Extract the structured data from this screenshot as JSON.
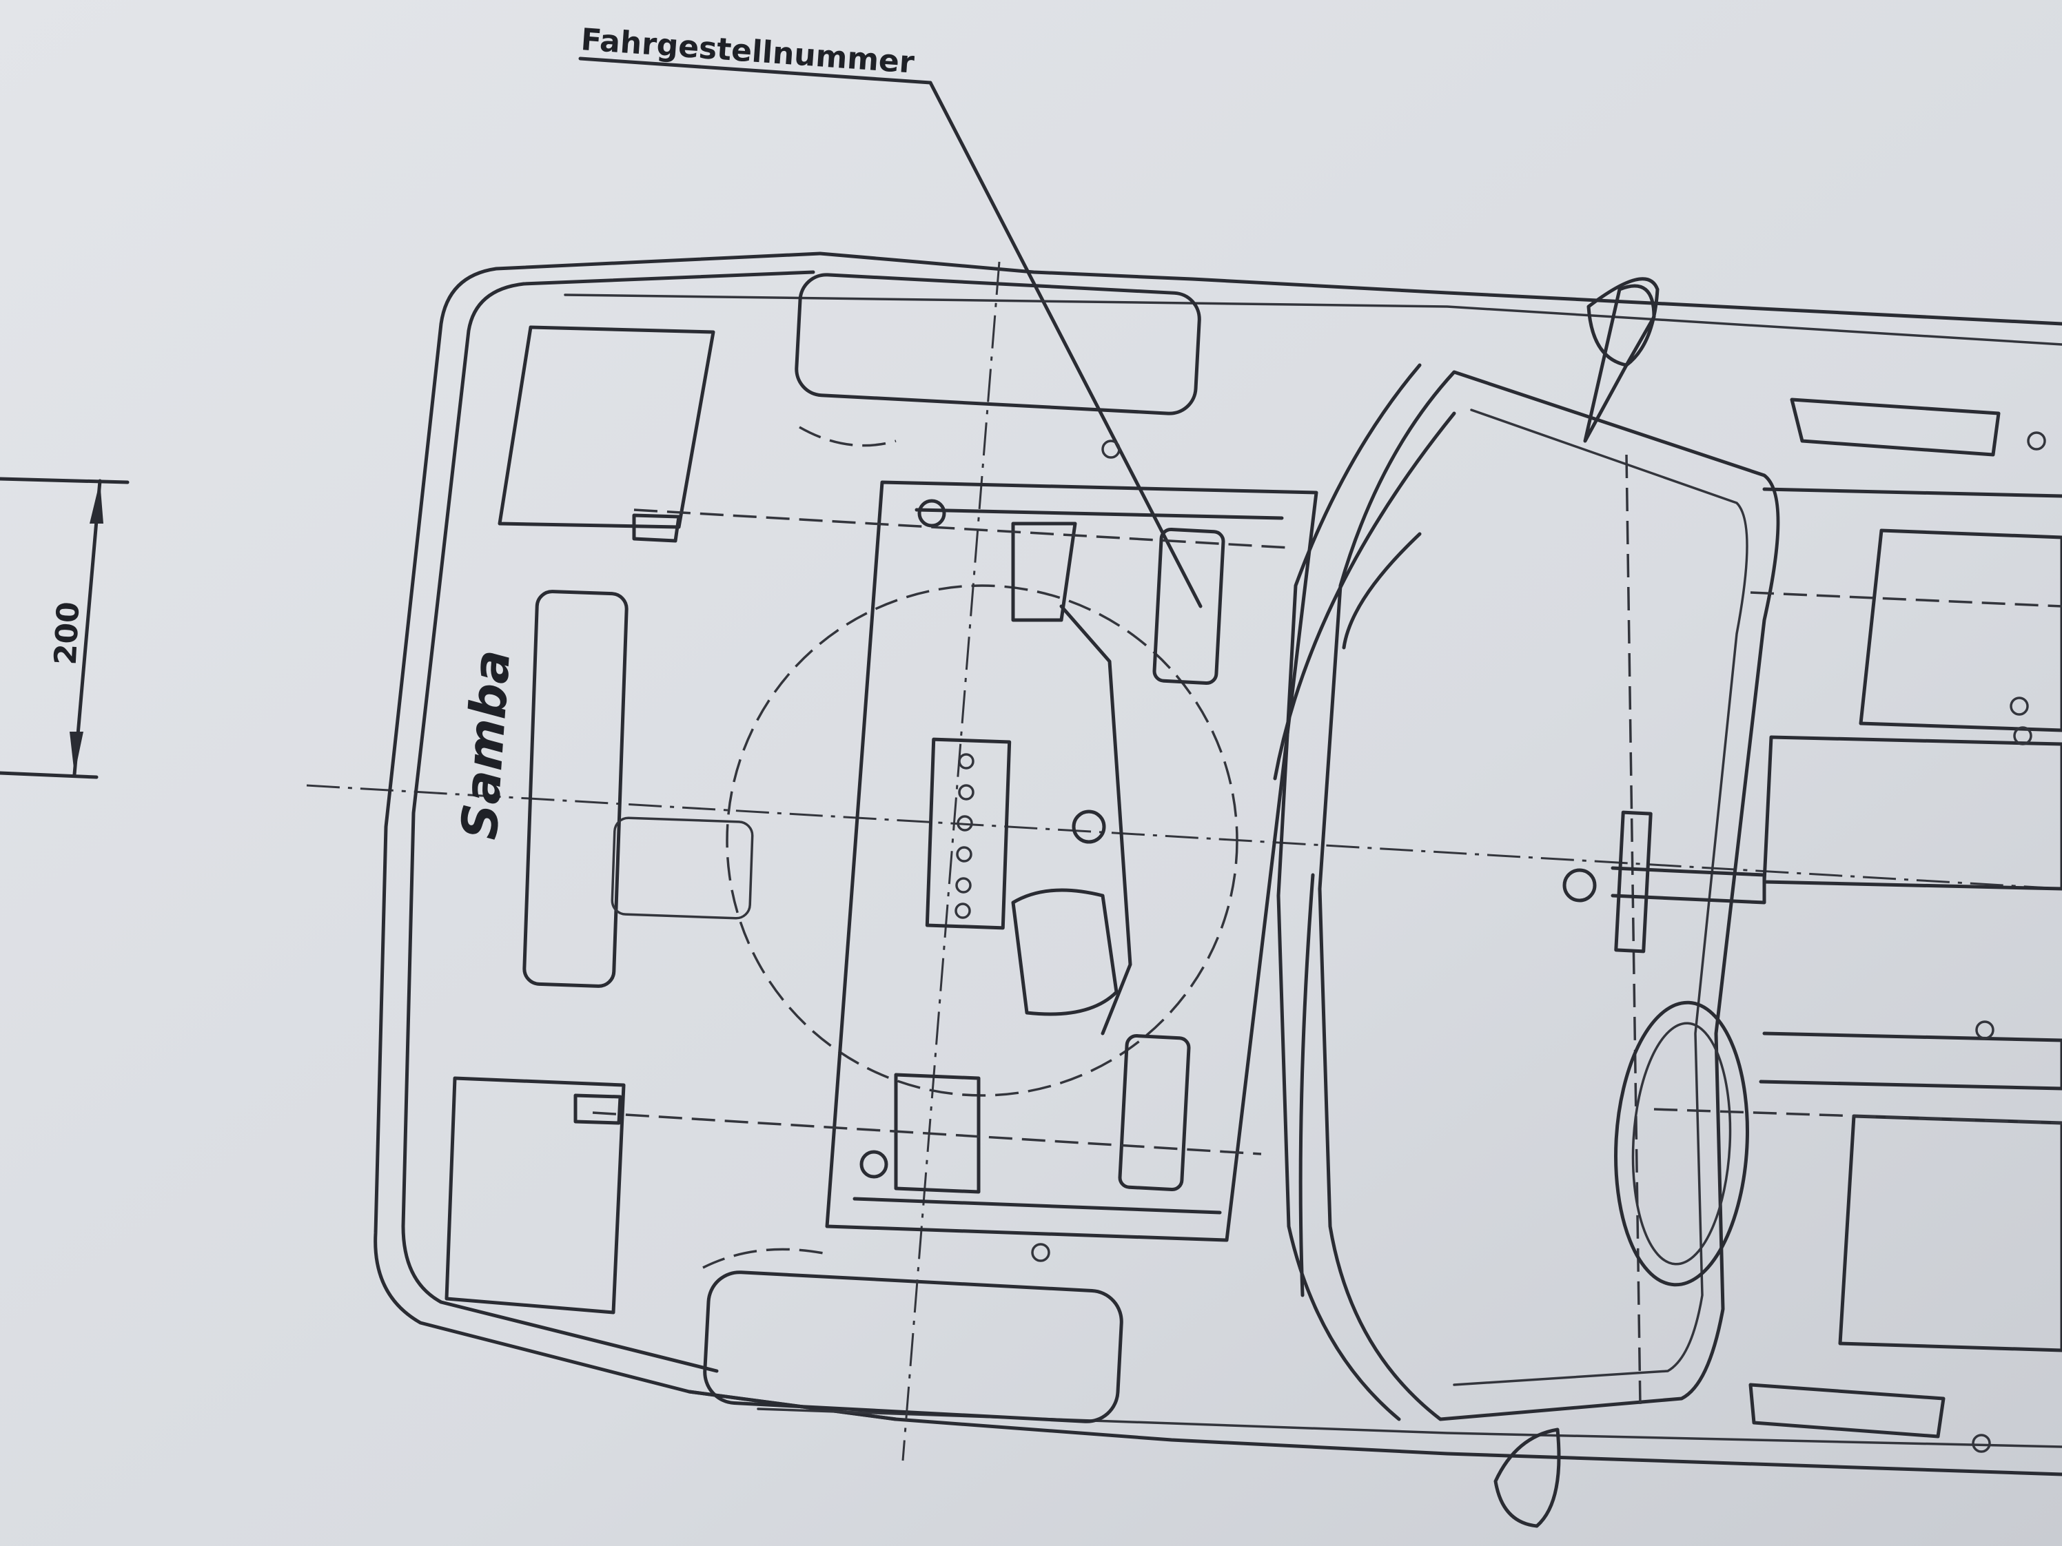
{
  "diagram": {
    "callout_label": "Fahrgestellnummer",
    "dimension_value": "200",
    "badge_text": "Samba"
  },
  "colors": {
    "paper": "#d9dce1",
    "ink": "#2a2c33"
  }
}
